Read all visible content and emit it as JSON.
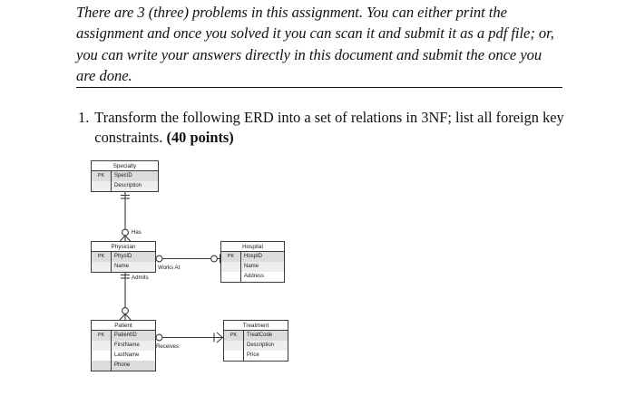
{
  "document": {
    "intro_paragraph": "There are 3 (three) problems in this assignment. You can either print the assignment and once you solved it you can scan it and submit it as a pdf file; or, you can write your answers directly in this document and submit the once you are done.",
    "question": {
      "number": "1.",
      "text": "Transform the following ERD into a set of relations in 3NF; list all foreign key constraints. ",
      "points": "(40 points)"
    }
  },
  "erd": {
    "entities": [
      {
        "name": "Specialty",
        "attributes": [
          {
            "key": "PK",
            "name": "SpecID",
            "shade": "dark"
          },
          {
            "key": "",
            "name": "Description",
            "shade": "light"
          }
        ]
      },
      {
        "name": "Physician",
        "attributes": [
          {
            "key": "PK",
            "name": "PhysID",
            "shade": "dark"
          },
          {
            "key": "",
            "name": "Name",
            "shade": "light"
          }
        ]
      },
      {
        "name": "Hospital",
        "attributes": [
          {
            "key": "PK",
            "name": "HospID",
            "shade": "dark"
          },
          {
            "key": "",
            "name": "Name",
            "shade": "light"
          },
          {
            "key": "",
            "name": "Address",
            "shade": "none"
          }
        ]
      },
      {
        "name": "Patient",
        "attributes": [
          {
            "key": "PK",
            "name": "PatientID",
            "shade": "dark"
          },
          {
            "key": "",
            "name": "FirstName",
            "shade": "light"
          },
          {
            "key": "",
            "name": "LastName",
            "shade": "none"
          },
          {
            "key": "",
            "name": "Phone",
            "shade": "dark"
          }
        ]
      },
      {
        "name": "Treatment",
        "attributes": [
          {
            "key": "PK",
            "name": "TreatCode",
            "shade": "dark"
          },
          {
            "key": "",
            "name": "Description",
            "shade": "light"
          },
          {
            "key": "",
            "name": "Price",
            "shade": "none"
          }
        ]
      }
    ],
    "relationships": [
      {
        "label": "Has",
        "from": "Specialty",
        "to": "Physician",
        "from_cardinality": "one-mandatory",
        "to_cardinality": "zero-or-many"
      },
      {
        "label": "Works At",
        "from": "Physician",
        "to": "Hospital",
        "from_cardinality": "zero-or-many",
        "to_cardinality": "zero-or-one"
      },
      {
        "label": "Admits",
        "from": "Physician",
        "to": "Patient",
        "from_cardinality": "one-mandatory",
        "to_cardinality": "zero-or-many"
      },
      {
        "label": "Receives",
        "from": "Patient",
        "to": "Treatment",
        "from_cardinality": "zero-or-many",
        "to_cardinality": "one-or-many"
      }
    ]
  },
  "colors": {
    "line": "#3a3a3a",
    "text": "#111111",
    "shade_dark": "#dcdcdc",
    "shade_light": "#eeeeee"
  }
}
